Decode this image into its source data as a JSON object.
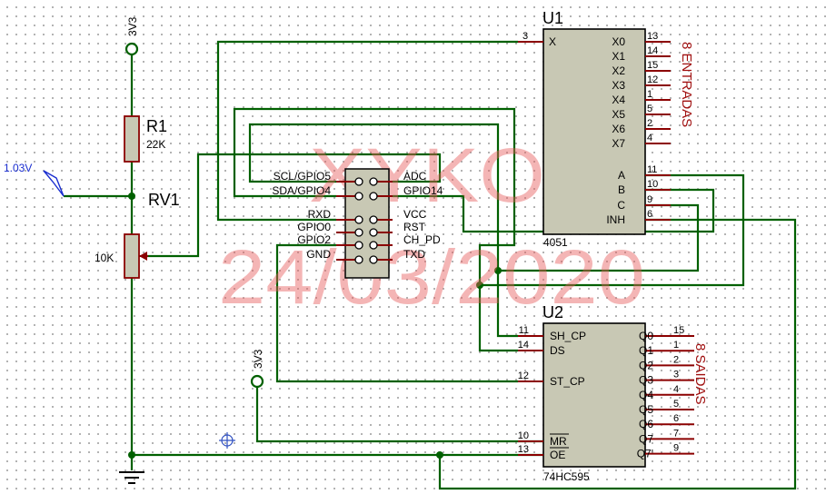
{
  "watermark": {
    "name": "XYKO",
    "date": "24/03/2020"
  },
  "power": {
    "top_rail": "3V3",
    "mid_rail": "3V3"
  },
  "probe": {
    "voltage": "1.03V"
  },
  "r1": {
    "ref": "R1",
    "value": "22K"
  },
  "rv1": {
    "ref": "RV1",
    "value": "10K"
  },
  "esp_header": {
    "left_labels": [
      "SCL/GPIO5",
      "SDA/GPIO4",
      "RXD",
      "GPIO0",
      "GPIO2",
      "GND"
    ],
    "right_labels": [
      "ADC",
      "GPIO14",
      "VCC",
      "RST",
      "CH_PD",
      "TXD"
    ]
  },
  "u1": {
    "ref": "U1",
    "part": "4051",
    "left_pin": {
      "name": "X",
      "num": "3"
    },
    "x_pins": [
      {
        "name": "X0",
        "num": "13"
      },
      {
        "name": "X1",
        "num": "14"
      },
      {
        "name": "X2",
        "num": "15"
      },
      {
        "name": "X3",
        "num": "12"
      },
      {
        "name": "X4",
        "num": "1"
      },
      {
        "name": "X5",
        "num": "5"
      },
      {
        "name": "X6",
        "num": "2"
      },
      {
        "name": "X7",
        "num": "4"
      }
    ],
    "ctrl_pins": [
      {
        "name": "A",
        "num": "11"
      },
      {
        "name": "B",
        "num": "10"
      },
      {
        "name": "C",
        "num": "9"
      },
      {
        "name": "INH",
        "num": "6"
      }
    ],
    "label": "8 ENTRADAS"
  },
  "u2": {
    "ref": "U2",
    "part": "74HC595",
    "left_pins": [
      {
        "name": "SH_CP",
        "num": "11"
      },
      {
        "name": "DS",
        "num": "14"
      },
      {
        "name": "ST_CP",
        "num": "12"
      },
      {
        "name": "MR",
        "num": "10"
      },
      {
        "name": "OE",
        "num": "13"
      }
    ],
    "q_pins": [
      {
        "name": "Q0",
        "num": "15"
      },
      {
        "name": "Q1",
        "num": "1"
      },
      {
        "name": "Q2",
        "num": "2"
      },
      {
        "name": "Q3",
        "num": "3"
      },
      {
        "name": "Q4",
        "num": "4"
      },
      {
        "name": "Q5",
        "num": "5"
      },
      {
        "name": "Q6",
        "num": "6"
      },
      {
        "name": "Q7",
        "num": "7"
      },
      {
        "name": "Q7'",
        "num": "9"
      }
    ],
    "label": "8 SAIDAS"
  }
}
